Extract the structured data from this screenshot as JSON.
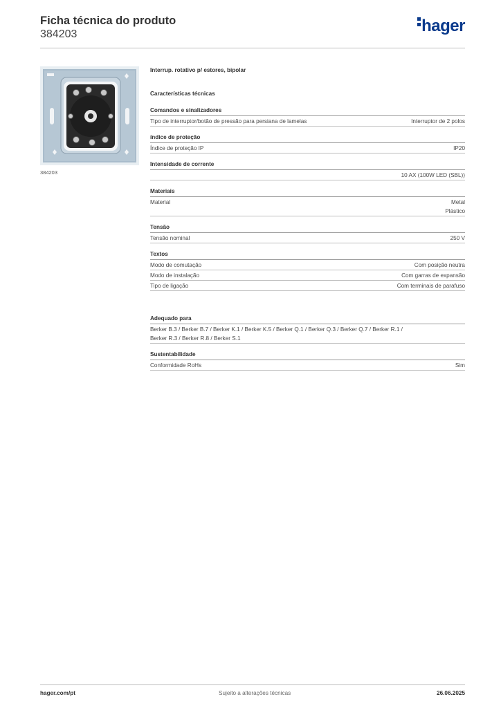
{
  "header": {
    "title": "Ficha técnica do produto",
    "product_code": "384203",
    "logo_text": "hager"
  },
  "image": {
    "caption": "384203"
  },
  "product": {
    "description": "Interrup. rotativo p/ estores, bipolar",
    "features_title": "Características técnicas"
  },
  "sections": [
    {
      "title": "Comandos e sinalizadores",
      "rows": [
        {
          "label": "Tipo de interruptor/botão de pressão para persiana de lamelas",
          "value": "Interruptor de 2 polos"
        }
      ]
    },
    {
      "title": "índice de proteção",
      "rows": [
        {
          "label": "Índice de proteção IP",
          "value": "IP20"
        }
      ]
    },
    {
      "title": "Intensidade de corrente",
      "rows": [
        {
          "label": "",
          "value": "10 AX (100W LED (SBL))"
        }
      ]
    },
    {
      "title": "Materiais",
      "rows": [
        {
          "label": "Material",
          "value": "Metal",
          "value2": "Plástico"
        }
      ]
    },
    {
      "title": "Tensão",
      "rows": [
        {
          "label": "Tensão nominal",
          "value": "250 V"
        }
      ]
    },
    {
      "title": "Textos",
      "rows": [
        {
          "label": "Modo de comutação",
          "value": "Com posição neutra"
        },
        {
          "label": "Modo de instalação",
          "value": "Com garras de expansão"
        },
        {
          "label": "Tipo de ligação",
          "value": "Com terminais de parafuso"
        }
      ]
    },
    {
      "title": "Adequado para",
      "text": {
        "line1": "Berker B.3 / Berker B.7 / Berker K.1 / Berker K.5 / Berker Q.1 / Berker Q.3 / Berker Q.7 / Berker R.1 /",
        "line2": "Berker R.3 / Berker R.8 / Berker S.1"
      }
    },
    {
      "title": "Sustentabilidade",
      "rows": [
        {
          "label": "Conformidade RoHs",
          "value": "Sim"
        }
      ]
    }
  ],
  "footer": {
    "website": "hager.com/pt",
    "note": "Sujeito a alterações técnicas",
    "date": "26.06.2025"
  },
  "colors": {
    "brand": "#0a3a8c",
    "rule": "#bdbdbd"
  }
}
